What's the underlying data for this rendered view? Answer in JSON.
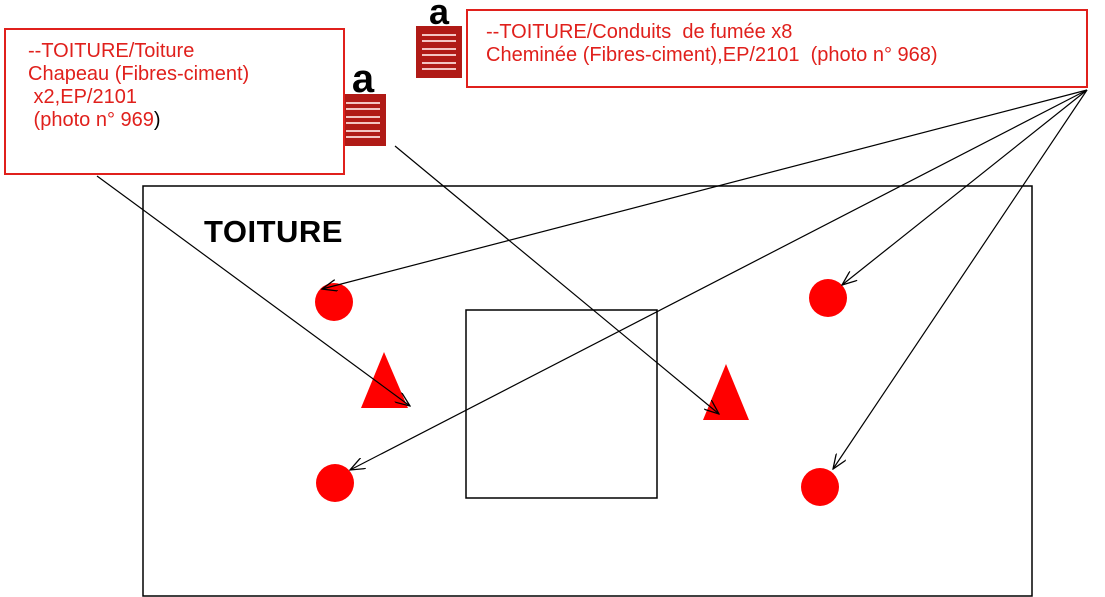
{
  "plan": {
    "room_label": "TOITURE",
    "callouts": {
      "chapeau": {
        "lines": [
          "--TOITURE/Toiture",
          "Chapeau (Fibres-ciment)",
          " x2,EP/2101",
          " (photo n° 969"
        ],
        "tail": ")"
      },
      "conduits": {
        "lines": [
          "--TOITURE/Conduits  de fumée x8",
          "Cheminée (Fibres-ciment),EP/2101  (photo n° 968)"
        ]
      }
    },
    "logo_letter": "a",
    "colors": {
      "accent": "#e0201c",
      "marker": "#ff0000",
      "line": "#000000"
    }
  }
}
